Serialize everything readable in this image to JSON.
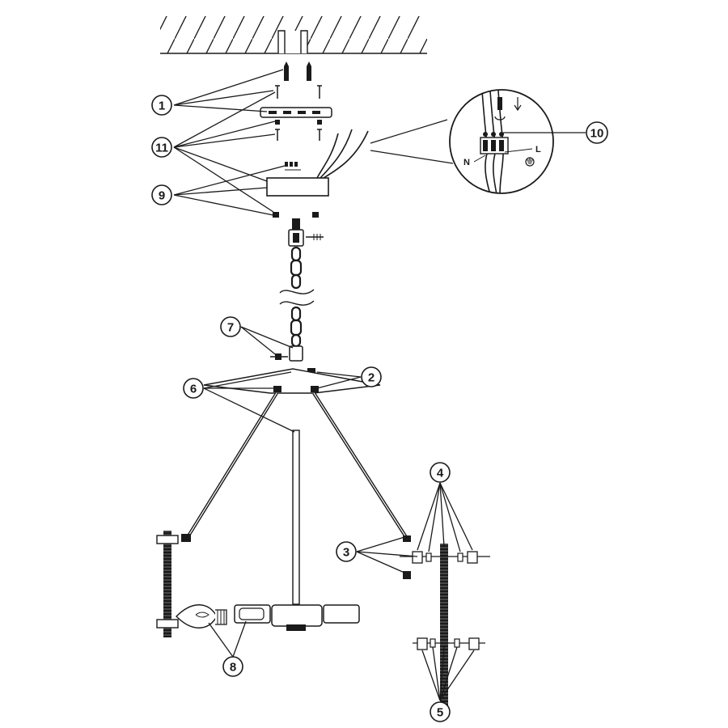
{
  "callouts": {
    "c1": "1",
    "c2": "2",
    "c3": "3",
    "c4": "4",
    "c5": "5",
    "c6": "6",
    "c7": "7",
    "c8": "8",
    "c9": "9",
    "c10": "10",
    "c11": "11"
  },
  "wire_labels": {
    "neutral": "N",
    "live": "L"
  },
  "colors": {
    "ink": "#1a1a1a",
    "paper": "#ffffff"
  }
}
